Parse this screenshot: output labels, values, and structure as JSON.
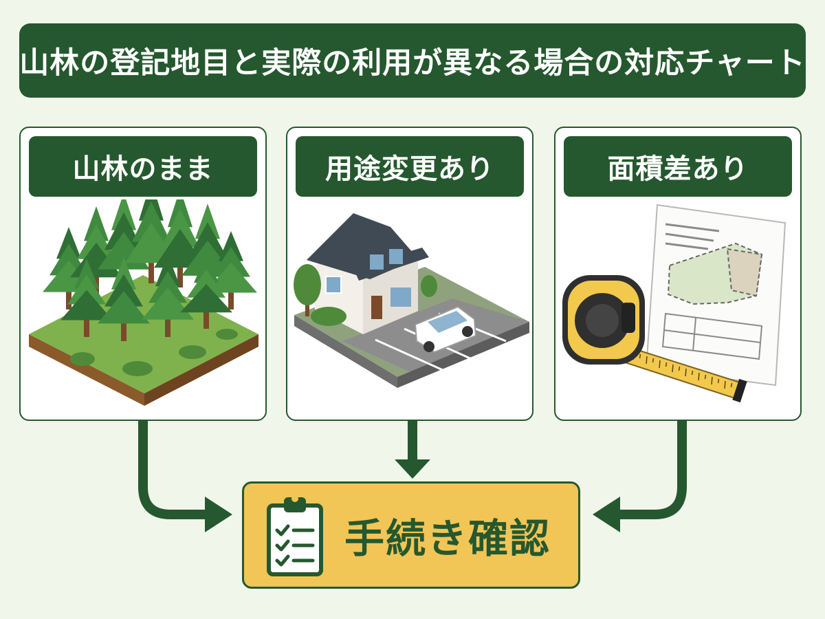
{
  "title": "山林の登記地目と実際の利用が異なる場合の対応チャート",
  "panels": [
    {
      "label": "山林のまま",
      "illustration": "forest-illustration"
    },
    {
      "label": "用途変更あり",
      "illustration": "house-parking-illustration"
    },
    {
      "label": "面積差あり",
      "illustration": "tape-measure-survey-illustration"
    }
  ],
  "result": {
    "label": "手続き確認",
    "icon": "clipboard-checklist-icon"
  },
  "colors": {
    "primary_green": "#25582e",
    "background": "#f1f6ea",
    "result_fill": "#f2c557",
    "panel_fill": "#ffffff"
  }
}
